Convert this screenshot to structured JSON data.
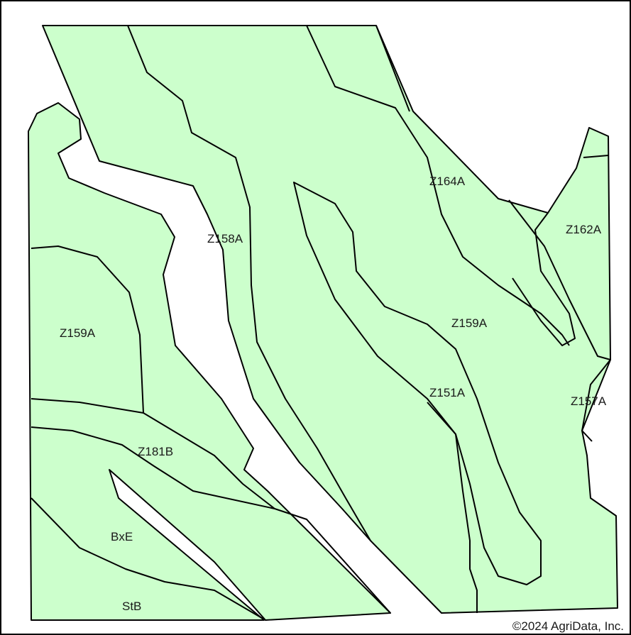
{
  "map": {
    "fill_color": "#ccffcc",
    "line_color": "#000000",
    "labels": {
      "z158a": "Z158A",
      "z164a": "Z164A",
      "z162a": "Z162A",
      "z159a_left": "Z159A",
      "z159a_center": "Z159A",
      "z151a": "Z151A",
      "z157a": "Z157A",
      "z181b": "Z181B",
      "bxe": "BxE",
      "stb": "StB"
    }
  },
  "copyright": "©2024 AgriData, Inc."
}
